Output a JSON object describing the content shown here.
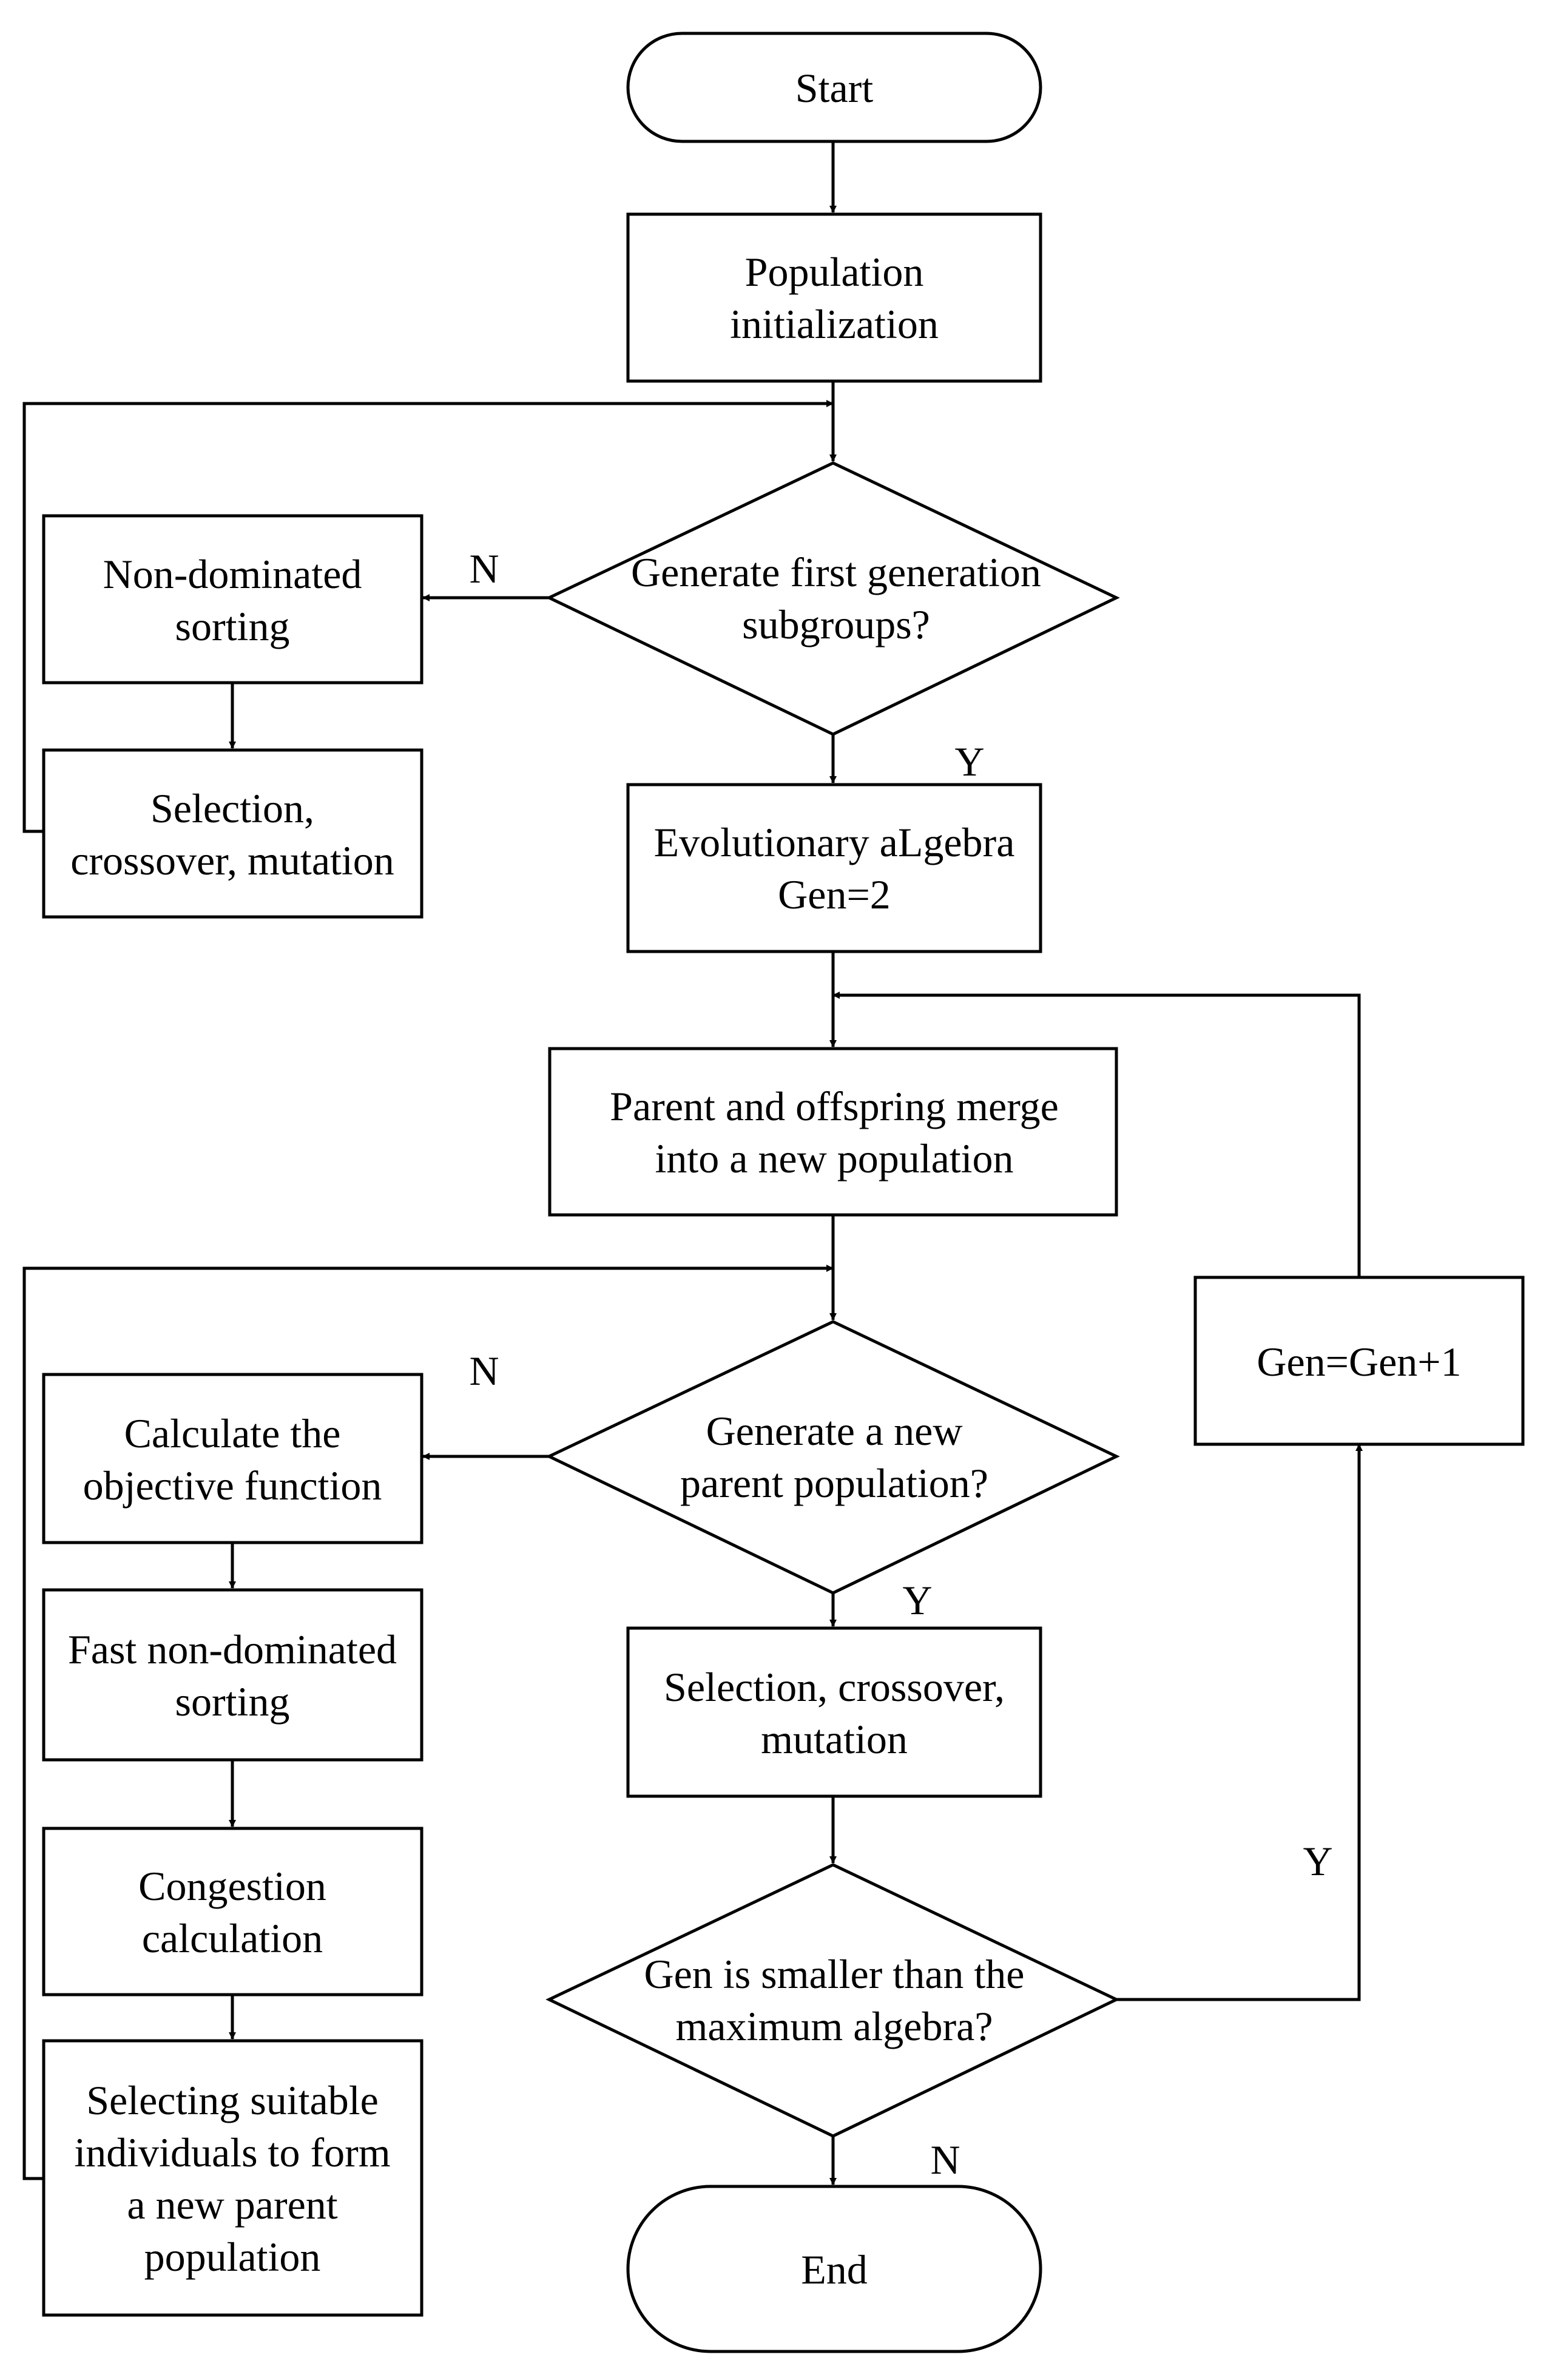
{
  "nodes": {
    "start": {
      "lines": [
        "Start"
      ]
    },
    "population_init": {
      "lines": [
        "Population",
        "initialization"
      ]
    },
    "decision_first_gen": {
      "lines": [
        "Generate first generation",
        "subgroups?"
      ]
    },
    "non_dominated_sorting": {
      "lines": [
        "Non-dominated",
        "sorting"
      ]
    },
    "selection_left": {
      "lines": [
        "Selection,",
        "crossover, mutation"
      ]
    },
    "evolutionary_algebra": {
      "lines": [
        "Evolutionary aLgebra",
        "Gen=2"
      ]
    },
    "merge": {
      "lines": [
        "Parent and offspring merge",
        "into a new population"
      ]
    },
    "decision_new_parent": {
      "lines": [
        "Generate a new",
        "parent population?"
      ]
    },
    "calc_objective": {
      "lines": [
        "Calculate the",
        "objective function"
      ]
    },
    "fast_sorting": {
      "lines": [
        "Fast non-dominated",
        "sorting"
      ]
    },
    "congestion": {
      "lines": [
        "Congestion",
        "calculation"
      ]
    },
    "select_individuals": {
      "lines": [
        "Selecting suitable",
        "individuals to form",
        "a new parent",
        "population"
      ]
    },
    "selection_center": {
      "lines": [
        "Selection, crossover,",
        "mutation"
      ]
    },
    "decision_max_gen": {
      "lines": [
        "Gen is smaller than the",
        "maximum algebra?"
      ]
    },
    "gen_increment": {
      "lines": [
        "Gen=Gen+1"
      ]
    },
    "end": {
      "lines": [
        "End"
      ]
    }
  },
  "edge_labels": {
    "first_gen_no": "N",
    "first_gen_yes": "Y",
    "new_parent_no": "N",
    "new_parent_yes": "Y",
    "max_gen_yes": "Y",
    "max_gen_no": "N"
  }
}
